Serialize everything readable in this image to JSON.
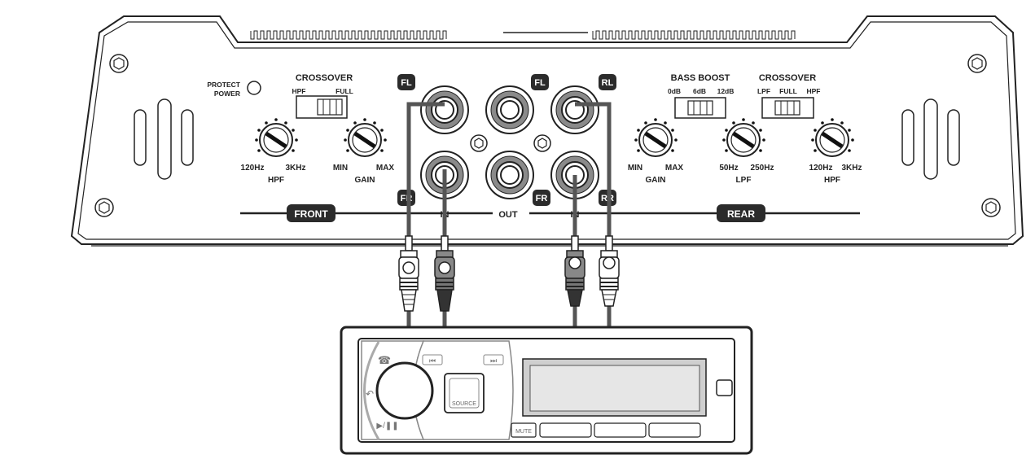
{
  "amplifier": {
    "protect_label_line1": "PROTECT",
    "protect_label_line2": "POWER",
    "front": {
      "crossover_title": "CROSSOVER",
      "crossover_options": [
        "HPF",
        "FULL"
      ],
      "hpf_knob": {
        "min": "120Hz",
        "max": "3KHz",
        "name": "HPF"
      },
      "gain_knob": {
        "min": "MIN",
        "max": "MAX",
        "name": "GAIN"
      },
      "section_label": "FRONT"
    },
    "rear": {
      "bass_boost_title": "BASS BOOST",
      "bass_boost_options": [
        "0dB",
        "6dB",
        "12dB"
      ],
      "crossover_title": "CROSSOVER",
      "crossover_options": [
        "LPF",
        "FULL",
        "HPF"
      ],
      "gain_knob": {
        "min": "MIN",
        "max": "MAX",
        "name": "GAIN"
      },
      "lpf_knob": {
        "min": "50Hz",
        "max": "250Hz",
        "name": "LPF"
      },
      "hpf_knob": {
        "min": "120Hz",
        "max": "3KHz",
        "name": "HPF"
      },
      "section_label": "REAR"
    },
    "jacks": {
      "in_front_top": "FL",
      "in_front_bottom": "FR",
      "out_top": "FL",
      "out_bottom": "FR",
      "in_rear_top": "RL",
      "in_rear_bottom": "RR",
      "in_label_left": "IN",
      "out_label": "OUT",
      "in_label_right": "IN"
    }
  },
  "head_unit": {
    "prev_icon": "skip-back-icon",
    "next_icon": "skip-forward-icon",
    "phone_icon": "phone-icon",
    "back_icon": "back-arrow-icon",
    "play_pause_icon": "play-pause-icon",
    "source_label": "SOURCE",
    "mute_label": "MUTE"
  },
  "colors": {
    "line": "#222222",
    "badge": "#2b2b2b",
    "cable": "#555555",
    "display": "#cfcfcf"
  }
}
